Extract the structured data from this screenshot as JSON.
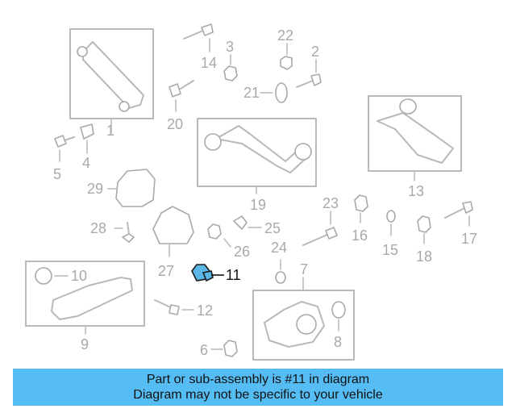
{
  "callouts": {
    "c1": "1",
    "c2": "2",
    "c3": "3",
    "c4": "4",
    "c5": "5",
    "c6": "6",
    "c7": "7",
    "c8": "8",
    "c9": "9",
    "c10": "10",
    "c11": "11",
    "c12": "12",
    "c13": "13",
    "c14": "14",
    "c15": "15",
    "c16": "16",
    "c17": "17",
    "c18": "18",
    "c19": "19",
    "c20": "20",
    "c21": "21",
    "c22": "22",
    "c23": "23",
    "c24": "24",
    "c25": "25",
    "c26": "26",
    "c27": "27",
    "c28": "28",
    "c29": "29"
  },
  "highlighted_part": "11",
  "colors": {
    "highlight": "#5ab7e6",
    "banner": "#56bdf4",
    "line_art": "#b9b9b9"
  },
  "caption": {
    "line1": "Part or sub-assembly is #11 in diagram",
    "line2": "Diagram may not be specific to your vehicle"
  }
}
